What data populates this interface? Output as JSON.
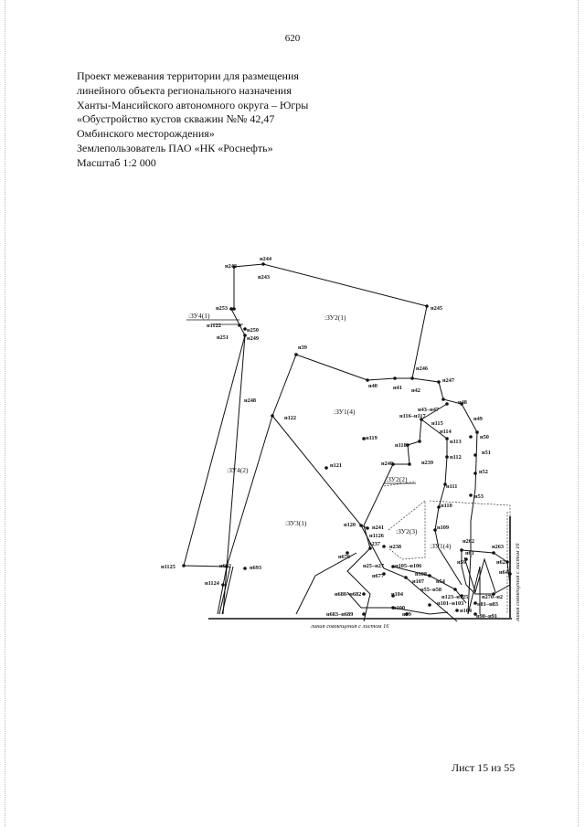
{
  "page_number": "620",
  "header": {
    "lines": [
      "Проект межевания территории для размещения",
      "линейного объекта регионального назначения",
      "Ханты-Мансийского автономного округа – Югры",
      "«Обустройство кустов скважин №№ 42,47",
      "Омбинского месторождения»",
      "Землепользователь ПАО «НК «Роснефть»",
      "Масштаб 1:2 000"
    ]
  },
  "footer": {
    "sheet": "Лист 15 из 55"
  },
  "map": {
    "parcel_labels": {
      "zu2_1": ":ЗУ2(1)",
      "zu1_4_top": ":ЗУ1(4)",
      "zu4_2": ":ЗУ4(2)",
      "zu3_1": ":ЗУ3(1)",
      "zu2_2": ":ЗУ2(2)",
      "zu2_3": ":ЗУ2(3)",
      "zu1_4_small": ":ЗУ1(4)",
      "zu4_1": ":ЗУ4(1)"
    },
    "match_lines": {
      "bottom": "линия совмещения с листом 16",
      "right": "линия совмещения с листом 16"
    },
    "points": {
      "n244": "н244",
      "n242": "н242",
      "n243": "н243",
      "n245": "н245",
      "n253": "н253",
      "n1122": "н1122",
      "n250": "н250",
      "n251": "н251",
      "n249": "н249",
      "n39": "н39",
      "n246": "н246",
      "n40": "н40",
      "n41": "н41",
      "n42": "н42",
      "n247": "н247",
      "n43_47": "н43–н47",
      "n48": "н48",
      "n248": "н248",
      "n122": "н122",
      "n116_117": "н116–н117",
      "n115": "н115",
      "n114": "н114",
      "n49": "н49",
      "n119": "н119",
      "n118": "н118",
      "n113": "н113",
      "n50": "н50",
      "n240": "н240",
      "n239": "н239",
      "n112": "н112",
      "n51": "н51",
      "n121": "н121",
      "n52": "н52",
      "n111": "н111",
      "n53": "н53",
      "n110": "н110",
      "n120": "н120",
      "n241": "н241",
      "n1126": "н1126",
      "n109": "н109",
      "n237": "н237",
      "n238": "н238",
      "n262": "н262",
      "n263": "н263",
      "n61": "н61",
      "n676": "н676",
      "n25_27": "н25–н27",
      "n105_106": "н105–н106",
      "n108": "н108",
      "n59": "н59",
      "n62": "н62",
      "n64": "н64",
      "n1125": "н1125",
      "n692": "н692",
      "n693": "н693",
      "n677": "н677",
      "n107": "н107",
      "n54": "н54",
      "n55_58": "н55–н58",
      "n1124": "н1124",
      "n680_682": "н680–н682",
      "n104a": "н104",
      "n123_125": "н123–н125",
      "n270_2": "н270–н2",
      "n101_103": "н101–н103",
      "n81_83": "н81–н83",
      "n100": "н100",
      "n683_689": "н683–н689",
      "n99": "н99",
      "n104b": "н104",
      "n90_91": "н90–н91"
    }
  }
}
